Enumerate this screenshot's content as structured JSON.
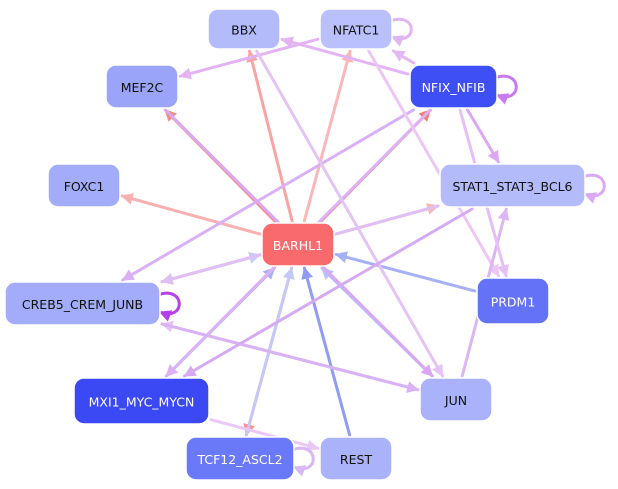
{
  "diagram": {
    "type": "regulatory-network",
    "nodes": [
      {
        "id": "BBX",
        "label": "BBX",
        "fill": "#b3bbfb",
        "text": "#111111"
      },
      {
        "id": "NFATC1",
        "label": "NFATC1",
        "fill": "#b9c0fb",
        "text": "#111111"
      },
      {
        "id": "NFIX_NFIB",
        "label": "NFIX_NFIB",
        "fill": "#3e4ff5",
        "text": "#ffffff"
      },
      {
        "id": "MEF2C",
        "label": "MEF2C",
        "fill": "#9aa4f8",
        "text": "#111111"
      },
      {
        "id": "FOXC1",
        "label": "FOXC1",
        "fill": "#a2acf9",
        "text": "#111111"
      },
      {
        "id": "STAT1_STAT3_BCL6",
        "label": "STAT1_STAT3_BCL6",
        "fill": "#b3bbfb",
        "text": "#111111"
      },
      {
        "id": "BARHL1",
        "label": "BARHL1",
        "fill": "#f96a6c",
        "text": "#ffffff"
      },
      {
        "id": "CREB5_CREM_JUNB",
        "label": "CREB5_CREM_JUNB",
        "fill": "#a2acf9",
        "text": "#111111"
      },
      {
        "id": "PRDM1",
        "label": "PRDM1",
        "fill": "#6372f6",
        "text": "#ffffff"
      },
      {
        "id": "MXI1_MYC_MYCN",
        "label": "MXI1_MYC_MYCN",
        "fill": "#3a49f4",
        "text": "#ffffff"
      },
      {
        "id": "JUN",
        "label": "JUN",
        "fill": "#a9b2fa",
        "text": "#111111"
      },
      {
        "id": "TCF12_ASCL2",
        "label": "TCF12_ASCL2",
        "fill": "#6a79f7",
        "text": "#ffffff"
      },
      {
        "id": "REST",
        "label": "REST",
        "fill": "#aab2fa",
        "text": "#111111"
      }
    ],
    "edges": [
      {
        "from": "BARHL1",
        "to": "BBX",
        "color": "#f9a4a4"
      },
      {
        "from": "BARHL1",
        "to": "NFATC1",
        "color": "#f9b7b8"
      },
      {
        "from": "BARHL1",
        "to": "NFIX_NFIB",
        "color": "#f67a7c"
      },
      {
        "from": "BARHL1",
        "to": "MEF2C",
        "color": "#f58a8c"
      },
      {
        "from": "BARHL1",
        "to": "FOXC1",
        "color": "#f9b0b0"
      },
      {
        "from": "BARHL1",
        "to": "STAT1_STAT3_BCL6",
        "color": "#f9b8b5"
      },
      {
        "from": "BARHL1",
        "to": "CREB5_CREM_JUNB",
        "color": "#f6a0a0"
      },
      {
        "from": "BARHL1",
        "to": "TCF12_ASCL2",
        "color": "#f69294"
      },
      {
        "from": "PRDM1",
        "to": "BARHL1",
        "color": "#a6b0f5"
      },
      {
        "from": "MXI1_MYC_MYCN",
        "to": "BARHL1",
        "color": "#a8b1f6"
      },
      {
        "from": "TCF12_ASCL2",
        "to": "BARHL1",
        "color": "#c4c9f8"
      },
      {
        "from": "REST",
        "to": "BARHL1",
        "color": "#8f9bf4"
      },
      {
        "from": "JUN",
        "to": "BARHL1",
        "color": "#b9c0f8"
      },
      {
        "from": "CREB5_CREM_JUNB",
        "to": "BARHL1",
        "color": "#c6cbf8"
      },
      {
        "from": "NFATC1",
        "to": "MEF2C",
        "color": "#e3b3f4"
      },
      {
        "from": "NFIX_NFIB",
        "to": "NFATC1",
        "color": "#e3b6f4"
      },
      {
        "from": "NFIX_NFIB",
        "to": "BBX",
        "color": "#e3b3f4"
      },
      {
        "from": "NFIX_NFIB",
        "to": "STAT1_STAT3_BCL6",
        "color": "#dca8f3"
      },
      {
        "from": "NFIX_NFIB",
        "to": "CREB5_CREM_JUNB",
        "color": "#d9b0f4"
      },
      {
        "from": "NFIX_NFIB",
        "to": "MXI1_MYC_MYCN",
        "color": "#ddb2f4"
      },
      {
        "from": "NFATC1",
        "to": "PRDM1",
        "color": "#ecc7f5"
      },
      {
        "from": "BBX",
        "to": "JUN",
        "color": "#e3c4f5"
      },
      {
        "from": "MEF2C",
        "to": "JUN",
        "color": "#d9a8f2"
      },
      {
        "from": "JUN",
        "to": "STAT1_STAT3_BCL6",
        "color": "#dcb6f4"
      },
      {
        "from": "JUN",
        "to": "CREB5_CREM_JUNB",
        "color": "#e5c4f5"
      },
      {
        "from": "CREB5_CREM_JUNB",
        "to": "JUN",
        "color": "#d8b3f3"
      },
      {
        "from": "STAT1_STAT3_BCL6",
        "to": "CREB5_CREM_JUNB",
        "color": "#e0c0f4"
      },
      {
        "from": "STAT1_STAT3_BCL6",
        "to": "MXI1_MYC_MYCN",
        "color": "#d5aaf2"
      },
      {
        "from": "MXI1_MYC_MYCN",
        "to": "REST",
        "color": "#e9c8f5"
      },
      {
        "from": "NFIX_NFIB",
        "to": "PRDM1",
        "color": "#e5bff5"
      },
      {
        "from": "NFATC1",
        "to": "NFATC1",
        "color": "#e0b5f4"
      },
      {
        "from": "NFIX_NFIB",
        "to": "NFIX_NFIB",
        "color": "#c87bf0"
      },
      {
        "from": "STAT1_STAT3_BCL6",
        "to": "STAT1_STAT3_BCL6",
        "color": "#dba8f3"
      },
      {
        "from": "CREB5_CREM_JUNB",
        "to": "CREB5_CREM_JUNB",
        "color": "#b640ee"
      },
      {
        "from": "TCF12_ASCL2",
        "to": "TCF12_ASCL2",
        "color": "#d9b7f4"
      }
    ]
  }
}
